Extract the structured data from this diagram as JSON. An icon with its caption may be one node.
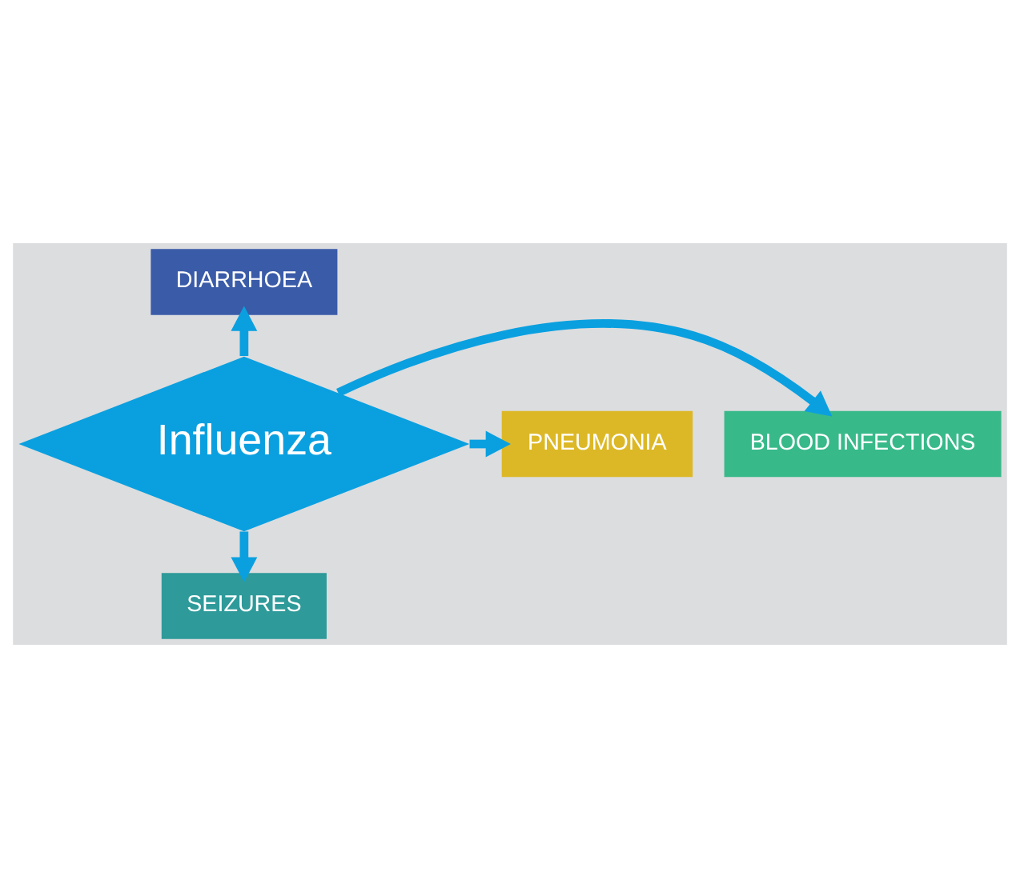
{
  "diagram": {
    "nodes": [
      {
        "text": [
          "Influenza"
        ]
      },
      {
        "text": [
          "DIARRHOEA"
        ]
      },
      {
        "text": [
          "BLOOD INFECTIONS"
        ]
      },
      {
        "text": [
          "SEIZURES"
        ]
      },
      {
        "text": [
          "PNEUMONIA"
        ]
      }
    ],
    "edges": [
      {
        "from": 0,
        "to": 1,
        "arrow": "to"
      },
      {
        "from": 0,
        "to": 2,
        "arrow": "to"
      },
      {
        "from": 0,
        "to": 3,
        "arrow": "to"
      },
      {
        "from": 0,
        "to": 4,
        "arrow": "to"
      }
    ]
  }
}
